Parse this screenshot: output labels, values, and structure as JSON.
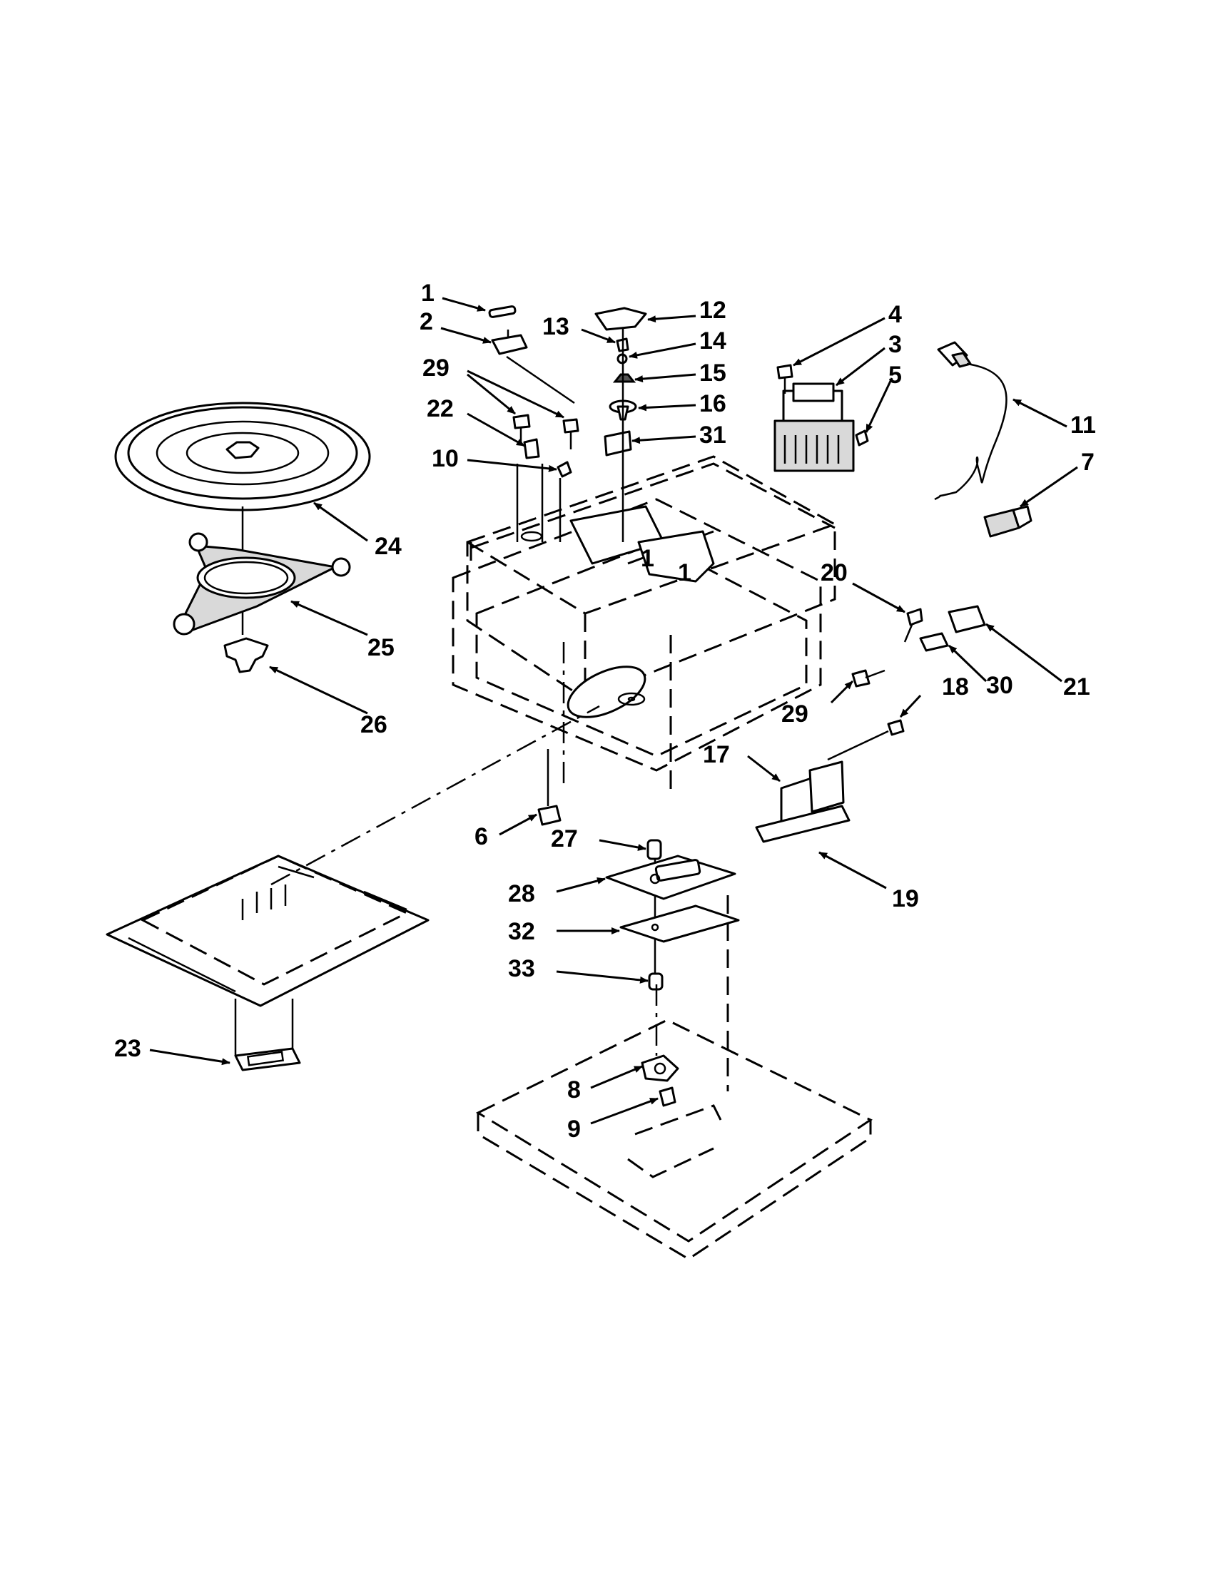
{
  "diagram": {
    "callouts": [
      {
        "id": "c1",
        "text": "1"
      },
      {
        "id": "c2",
        "text": "2"
      },
      {
        "id": "c3",
        "text": "3"
      },
      {
        "id": "c4",
        "text": "4"
      },
      {
        "id": "c5",
        "text": "5"
      },
      {
        "id": "c6",
        "text": "6"
      },
      {
        "id": "c7",
        "text": "7"
      },
      {
        "id": "c8",
        "text": "8"
      },
      {
        "id": "c9",
        "text": "9"
      },
      {
        "id": "c10",
        "text": "10"
      },
      {
        "id": "c11",
        "text": "11"
      },
      {
        "id": "c12",
        "text": "12"
      },
      {
        "id": "c13",
        "text": "13"
      },
      {
        "id": "c14",
        "text": "14"
      },
      {
        "id": "c15",
        "text": "15"
      },
      {
        "id": "c16",
        "text": "16"
      },
      {
        "id": "c17",
        "text": "17"
      },
      {
        "id": "c18",
        "text": "18"
      },
      {
        "id": "c19",
        "text": "19"
      },
      {
        "id": "c20",
        "text": "20"
      },
      {
        "id": "c21",
        "text": "21"
      },
      {
        "id": "c22",
        "text": "22"
      },
      {
        "id": "c23",
        "text": "23"
      },
      {
        "id": "c24",
        "text": "24"
      },
      {
        "id": "c25",
        "text": "25"
      },
      {
        "id": "c26",
        "text": "26"
      },
      {
        "id": "c27",
        "text": "27"
      },
      {
        "id": "c28",
        "text": "28"
      },
      {
        "id": "c29a",
        "text": "29"
      },
      {
        "id": "c29b",
        "text": "29"
      },
      {
        "id": "c30",
        "text": "30"
      },
      {
        "id": "c31",
        "text": "31"
      },
      {
        "id": "c32",
        "text": "32"
      },
      {
        "id": "c33",
        "text": "33"
      }
    ],
    "panel_marks": [
      "1",
      "1"
    ]
  }
}
